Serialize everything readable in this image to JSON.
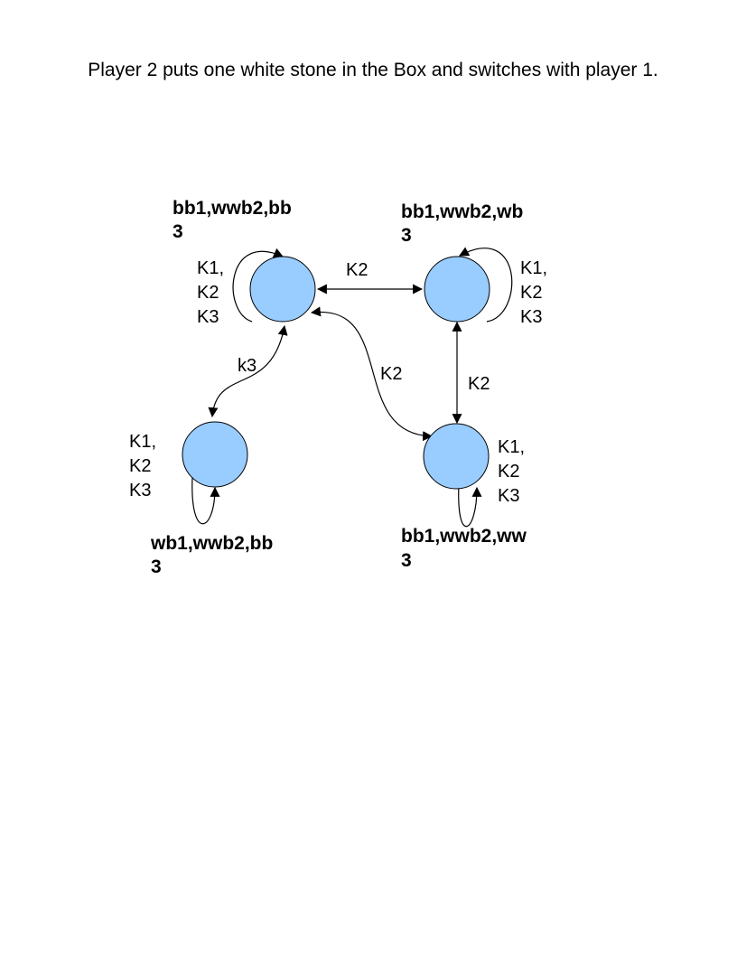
{
  "caption": "Player 2 puts one white stone in the Box and switches with player 1.",
  "colors": {
    "node_fill": "#99ccff",
    "stroke": "#000000",
    "text": "#000000"
  },
  "nodes": [
    {
      "id": "top-left",
      "label_line1": "bb1,wwb2,bb",
      "label_line2": "3",
      "loop_label": [
        "K1,",
        "K2",
        "K3"
      ]
    },
    {
      "id": "top-right",
      "label_line1": "bb1,wwb2,wb",
      "label_line2": "3",
      "loop_label": [
        "K1,",
        "K2",
        "K3"
      ]
    },
    {
      "id": "bottom-left",
      "label_line1": "wb1,wwb2,bb",
      "label_line2": "3",
      "loop_label": [
        "K1,",
        "K2",
        "K3"
      ]
    },
    {
      "id": "bottom-right",
      "label_line1": "bb1,wwb2,ww",
      "label_line2": "3",
      "loop_label": [
        "K1,",
        "K2",
        "K3"
      ]
    }
  ],
  "edges": [
    {
      "from": "top-left",
      "to": "top-right",
      "label": "K2",
      "bidirectional": true
    },
    {
      "from": "top-left",
      "to": "bottom-right",
      "label": "K2",
      "bidirectional": true
    },
    {
      "from": "top-right",
      "to": "bottom-right",
      "label": "K2",
      "bidirectional": true
    },
    {
      "from": "top-left",
      "to": "bottom-left",
      "label": "k3",
      "bidirectional": true
    }
  ]
}
